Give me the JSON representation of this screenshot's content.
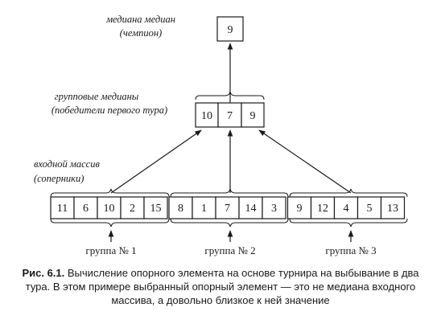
{
  "champion": {
    "label_line1": "медиана медиан",
    "label_line2": "(чемпион)",
    "value": "9"
  },
  "group_medians": {
    "label_line1": "групповые медианы",
    "label_line2": "(победители первого тура)",
    "values": [
      "10",
      "7",
      "9"
    ]
  },
  "input": {
    "label_line1": "входной массив",
    "label_line2": "(соперники)",
    "values": [
      "11",
      "6",
      "10",
      "2",
      "15",
      "8",
      "1",
      "7",
      "14",
      "3",
      "9",
      "12",
      "4",
      "5",
      "13"
    ]
  },
  "groups": [
    "группа № 1",
    "группа № 2",
    "группа № 3"
  ],
  "caption": {
    "number": "Рис. 6.1.",
    "text": "Вычисление опорного элемента на основе турнира на выбывание в два тура. В этом примере выбранный опорный элемент — это не медиана входного массива, а довольно близкое к ней значение"
  }
}
